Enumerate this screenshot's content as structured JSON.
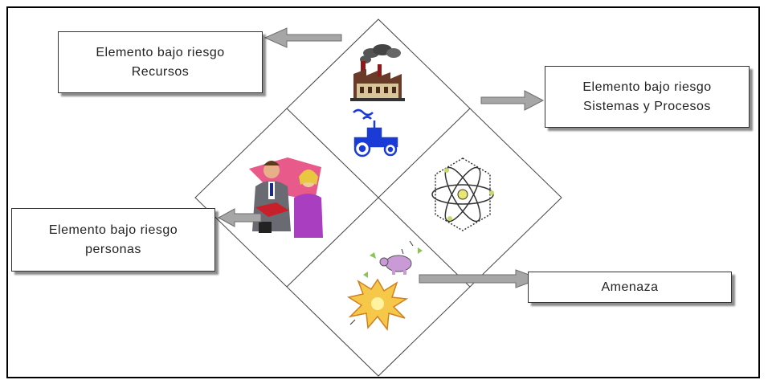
{
  "boxes": {
    "recursos": {
      "line1": "Elemento bajo riesgo",
      "line2": "Recursos"
    },
    "sistemas": {
      "line1": "Elemento bajo riesgo",
      "line2": "Sistemas y Procesos"
    },
    "personas": {
      "line1": "Elemento bajo riesgo",
      "line2": "personas"
    },
    "amenaza": {
      "line1": "Amenaza"
    }
  },
  "icons": {
    "top": [
      "factory-icon",
      "tractor-icon"
    ],
    "right": "atom-icon",
    "left": "people-reading-icon",
    "bottom": "explosion-icon"
  },
  "colors": {
    "arrow_fill": "#a6a6a6",
    "arrow_stroke": "#6e6e6e",
    "line": "#444444"
  }
}
